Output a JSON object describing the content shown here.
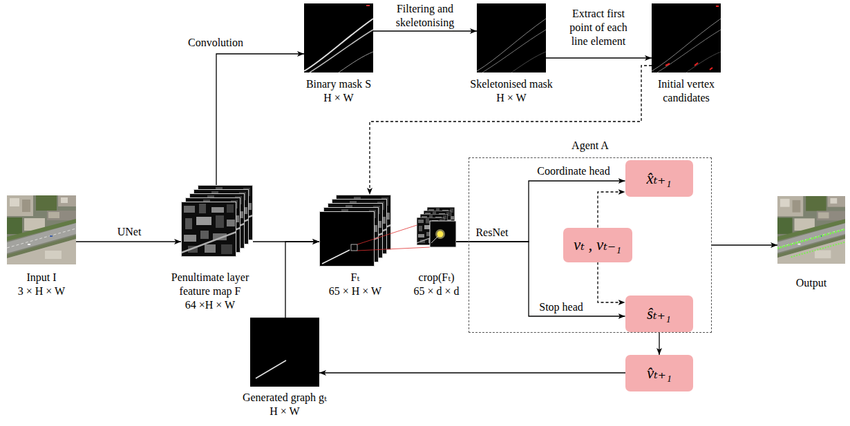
{
  "diagram": {
    "nodes": [
      {
        "text": [
          "Input I",
          "3 × H × W"
        ]
      },
      {
        "text": [
          "Penultimate layer feature map F",
          "64 ×H × W"
        ]
      },
      {
        "text": [
          "Binary mask S",
          "H × W"
        ]
      },
      {
        "text": [
          "Skeletonised mask",
          "H × W"
        ]
      },
      {
        "text": [
          "Initial vertex candidates"
        ]
      },
      {
        "text": [
          "Fₜ",
          "65 × H × W"
        ]
      },
      {
        "text": [
          "crop(Fₜ)",
          "65 × d × d"
        ]
      },
      {
        "text": [
          "Agent A"
        ]
      },
      {
        "text": [
          "x̂ₜ₊₁"
        ],
        "in": 7
      },
      {
        "text": [
          "vₜ , vₜ₋₁"
        ],
        "in": 7
      },
      {
        "text": [
          "ŝₜ₊₁"
        ],
        "in": 7
      },
      {
        "text": [
          "v̂ₜ₊₁"
        ]
      },
      {
        "text": [
          "Generated graph gₜ",
          "H × W"
        ]
      },
      {
        "text": [
          "Output"
        ]
      }
    ],
    "edges": [
      {
        "from": 0,
        "to": 1,
        "arrow": "to",
        "label": "UNet"
      },
      {
        "from": 1,
        "to": 2,
        "arrow": "to",
        "label": "Convolution"
      },
      {
        "from": 2,
        "to": 3,
        "arrow": "to",
        "label": "Filtering and skeletonising"
      },
      {
        "from": 3,
        "to": 4,
        "arrow": "to",
        "label": "Extract first point of each line element"
      },
      {
        "from": 4,
        "to": 5,
        "arrow": "to"
      },
      {
        "from": 1,
        "to": 5,
        "arrow": "to"
      },
      {
        "from": 12,
        "to": 5,
        "arrow": "to"
      },
      {
        "from": 6,
        "to": 8,
        "arrow": "to",
        "label": "Coordinate head"
      },
      {
        "from": 6,
        "to": 10,
        "arrow": "to",
        "label": "Stop head"
      },
      {
        "from": 9,
        "to": 8,
        "arrow": "to"
      },
      {
        "from": 9,
        "to": 10,
        "arrow": "to"
      },
      {
        "from": 10,
        "to": 11,
        "arrow": "to"
      },
      {
        "from": 11,
        "to": 12,
        "arrow": "to"
      },
      {
        "from": 7,
        "to": 13,
        "arrow": "to"
      }
    ],
    "labels": [
      "ResNet"
    ]
  }
}
